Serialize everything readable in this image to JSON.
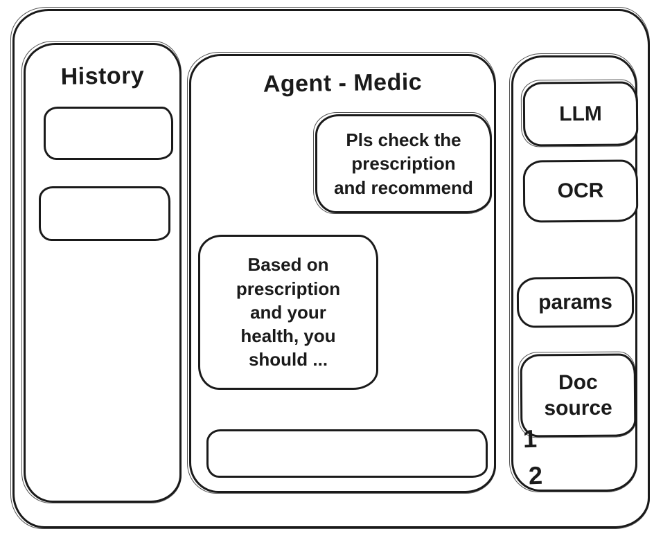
{
  "window": {
    "kind": "hand-drawn wireframe"
  },
  "sidebar_left": {
    "title": "History",
    "items": [
      {
        "label": ""
      },
      {
        "label": ""
      }
    ]
  },
  "chat": {
    "title": "Agent - Medic",
    "messages": [
      {
        "role": "user",
        "text": "Pls check the\nprescription\nand recommend"
      },
      {
        "role": "agent",
        "text": "Based on\nprescription\nand your\nhealth, you\nshould ..."
      }
    ],
    "input": {
      "value": "",
      "placeholder": ""
    }
  },
  "sidebar_right": {
    "buttons": [
      {
        "label": "LLM"
      },
      {
        "label": "OCR"
      },
      {
        "label": "params"
      },
      {
        "label": "Doc\nsource"
      }
    ],
    "annotations": [
      "1",
      "2"
    ]
  },
  "colors": {
    "ink": "#1a1a1a",
    "background": "#ffffff"
  }
}
